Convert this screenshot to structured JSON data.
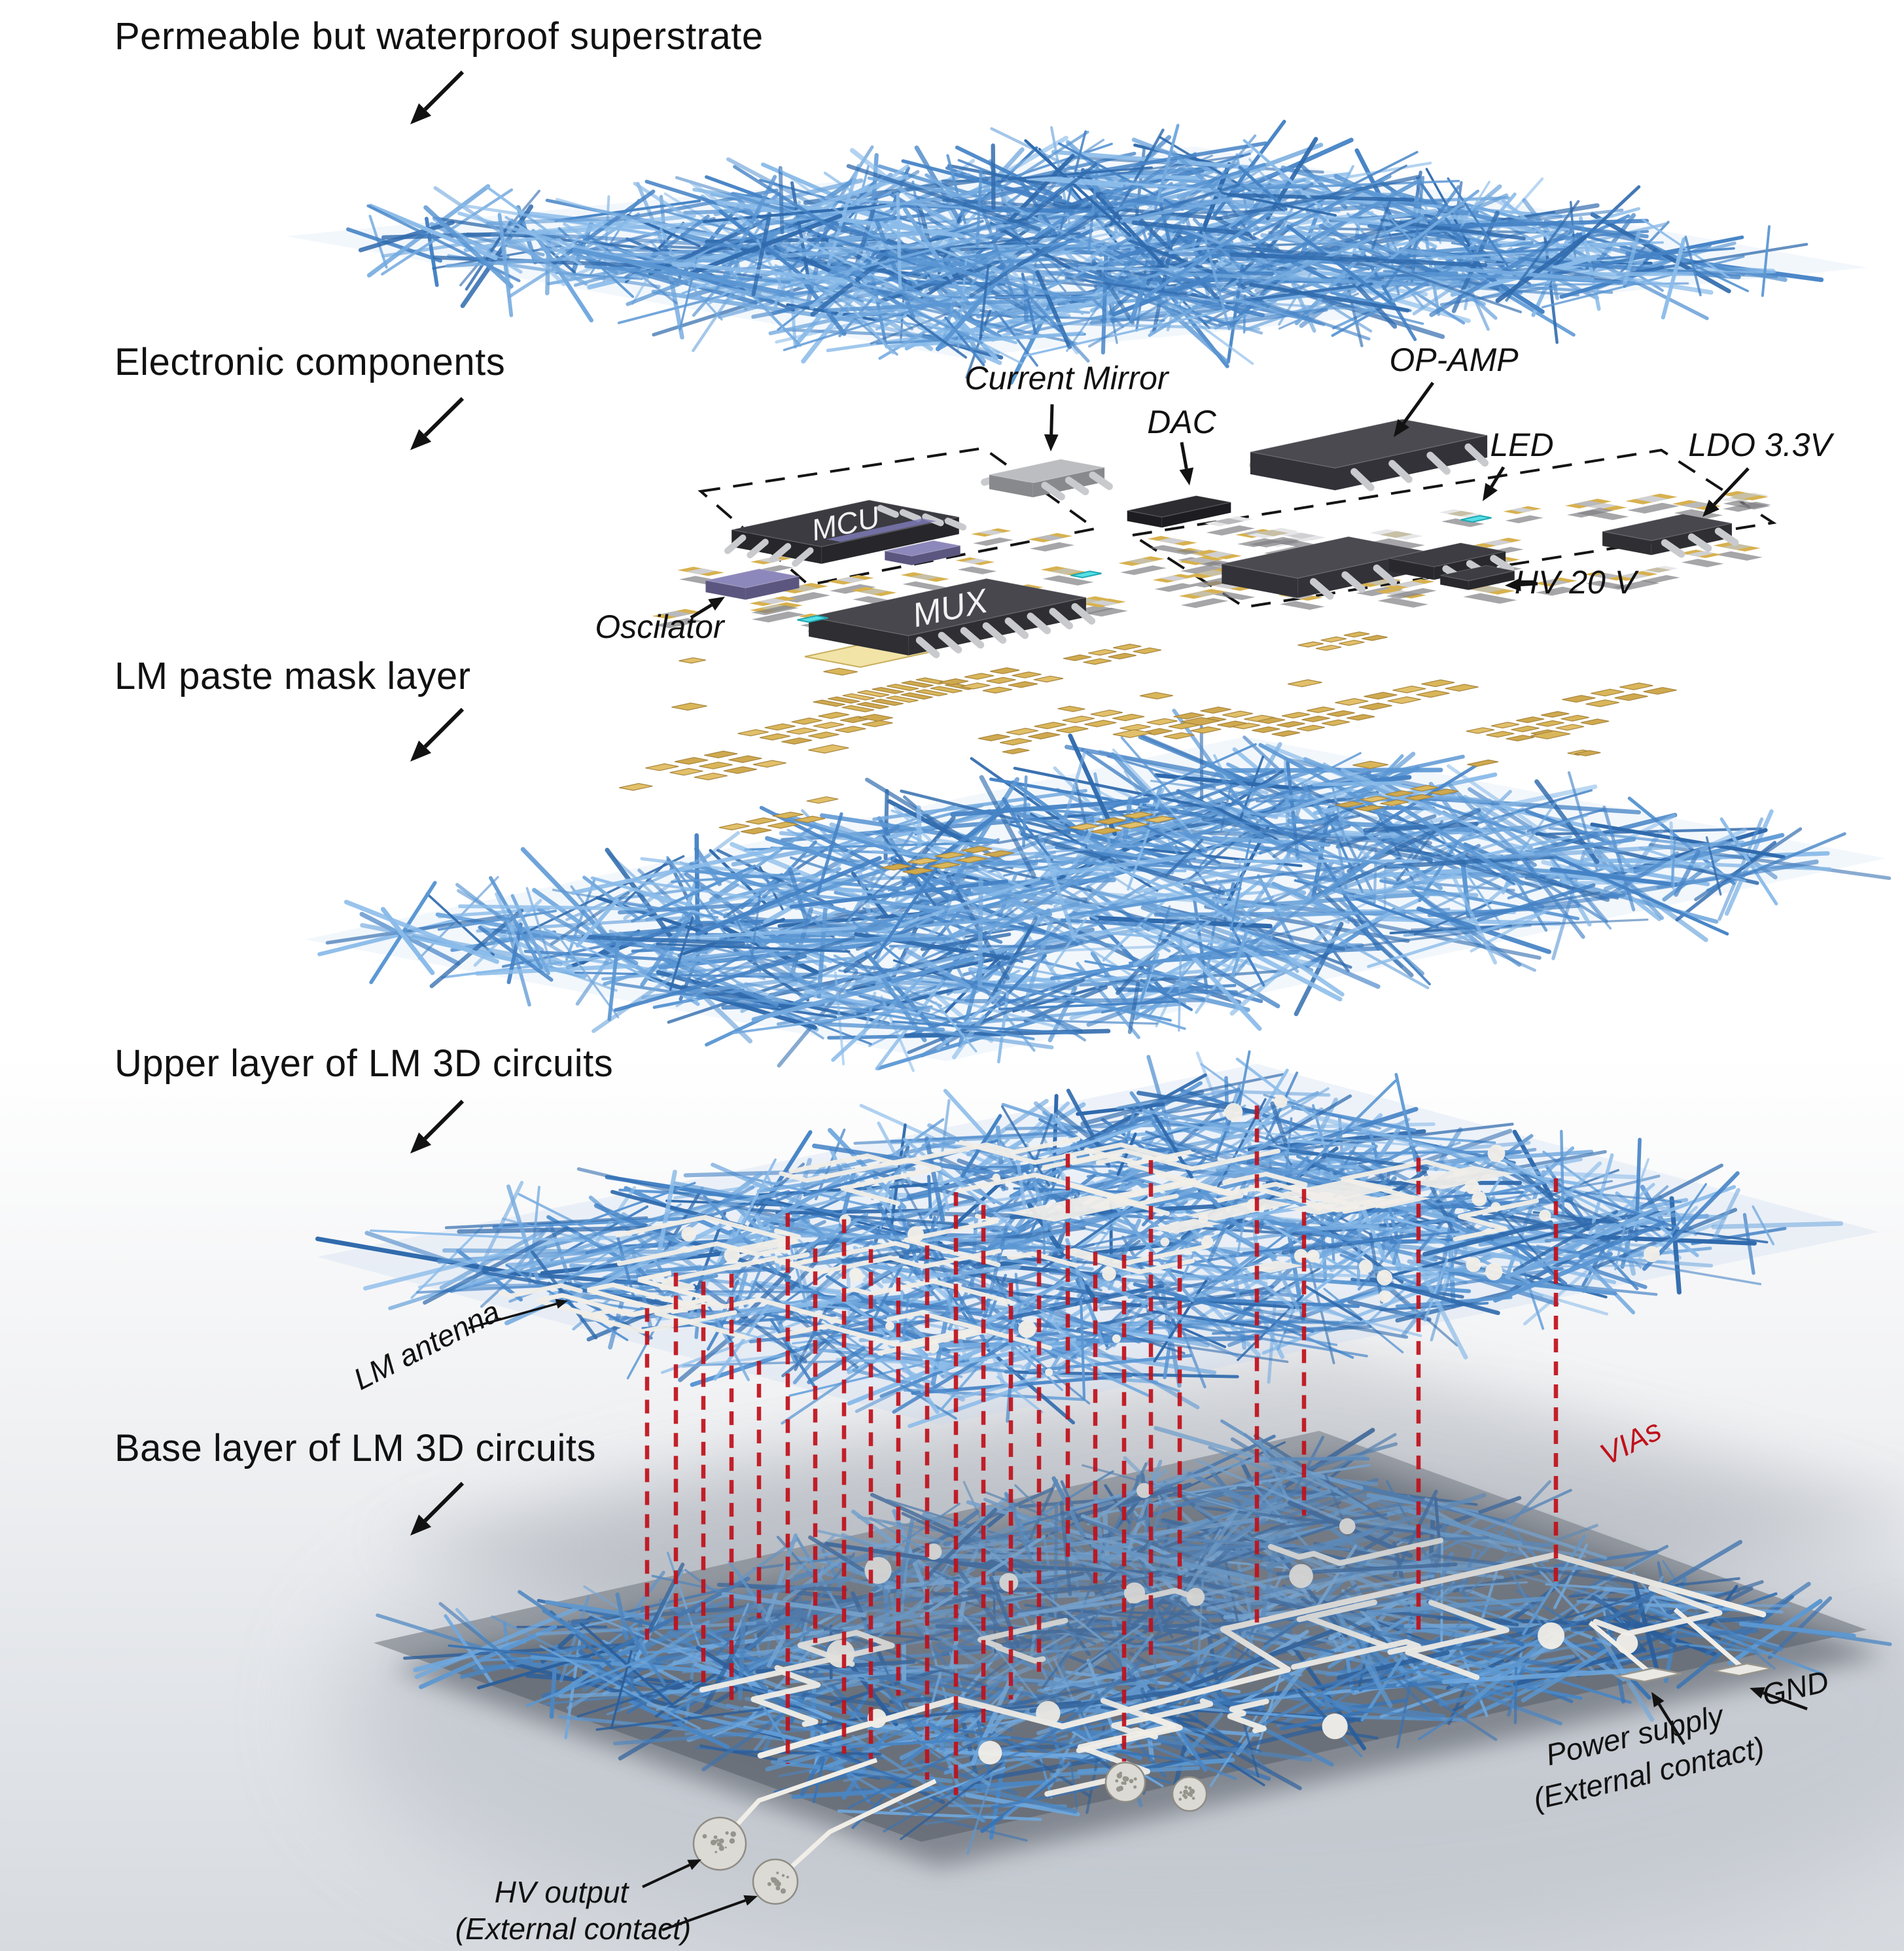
{
  "layer_labels": {
    "superstrate": "Permeable but waterproof superstrate",
    "components": "Electronic components",
    "paste_mask": "LM paste mask layer",
    "upper_circuits": "Upper layer of LM 3D circuits",
    "base_circuits": "Base layer of LM 3D circuits"
  },
  "component_labels": {
    "current_mirror": "Current Mirror",
    "dac": "DAC",
    "op_amp": "OP-AMP",
    "led": "LED",
    "ldo": "LDO 3.3V",
    "mcu": "MCU",
    "oscilator": "Oscilator",
    "mux": "MUX",
    "hv": "HV 20 V"
  },
  "annotations": {
    "lm_antenna": "LM antenna",
    "vias": "VIAs",
    "hv_output_line1": "HV output",
    "hv_output_line2": "(External contact)",
    "power_supply_line1": "Power supply",
    "power_supply_line2": "(External contact)",
    "gnd": "GND"
  },
  "colors": {
    "fiber_blue": "#4583c6",
    "trace_white": "#f1eee8",
    "via_red": "#c0101a",
    "pad_gold": "#d9b659",
    "chip_gray": "#46464c",
    "shadow_gray": "#4b515c",
    "label_black": "#111111"
  }
}
